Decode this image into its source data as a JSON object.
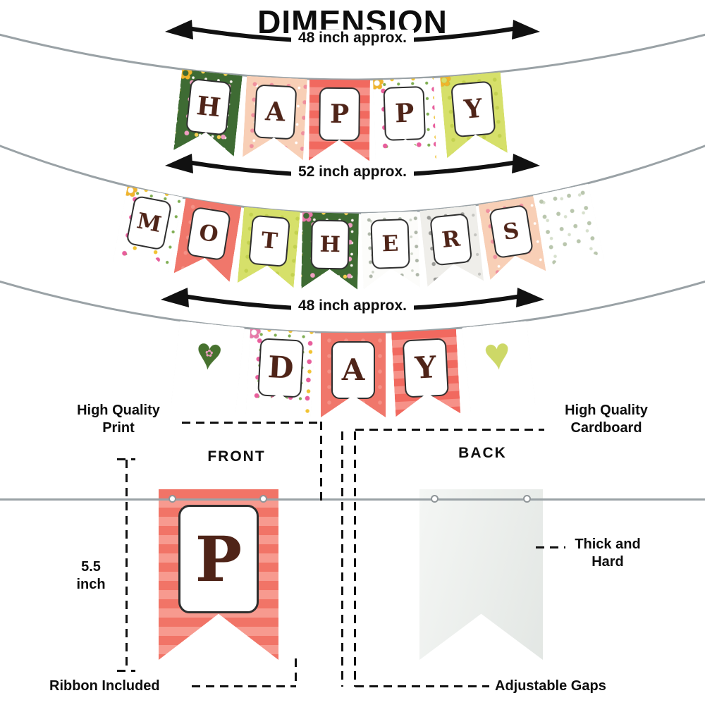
{
  "title": "DIMENSION",
  "icons": {
    "flower": "✿",
    "heart": "♥"
  },
  "banners": [
    {
      "size_label": "48 inch approx.",
      "word": "HAPPY",
      "flags": [
        {
          "letter": "H",
          "pattern": "green floral"
        },
        {
          "letter": "A",
          "pattern": "peach floral"
        },
        {
          "letter": "P",
          "pattern": "coral stripes"
        },
        {
          "letter": "P",
          "pattern": "white floral"
        },
        {
          "letter": "Y",
          "pattern": "lime"
        }
      ]
    },
    {
      "size_label": "52 inch approx.",
      "word": "MOTHERS",
      "flags": [
        {
          "letter": "M",
          "pattern": "white floral"
        },
        {
          "letter": "O",
          "pattern": "coral"
        },
        {
          "letter": "T",
          "pattern": "lime"
        },
        {
          "letter": "H",
          "pattern": "green floral"
        },
        {
          "letter": "E",
          "pattern": "gray leaves"
        },
        {
          "letter": "R",
          "pattern": "gray floral"
        },
        {
          "letter": "S",
          "pattern": "peach floral"
        },
        {
          "letter": "",
          "pattern": "sage leaves"
        }
      ]
    },
    {
      "size_label": "48 inch approx.",
      "word": "DAY",
      "flags": [
        {
          "letter": "",
          "pattern": "white",
          "icon": "green-heart"
        },
        {
          "letter": "D",
          "pattern": "white floral"
        },
        {
          "letter": "A",
          "pattern": "coral"
        },
        {
          "letter": "Y",
          "pattern": "coral stripes"
        },
        {
          "letter": "",
          "pattern": "white",
          "icon": "lime-heart"
        }
      ]
    }
  ],
  "detail": {
    "front_label": "FRONT",
    "back_label": "BACK",
    "front_letter": "P",
    "annotations": {
      "print": "High Quality Print",
      "cardboard": "High Quality Cardboard",
      "height": "5.5 inch",
      "thick": "Thick and Hard",
      "ribbon": "Ribbon Included",
      "gaps": "Adjustable Gaps"
    }
  },
  "colors": {
    "coral": "#f1695f",
    "lime": "#d6e06a",
    "green": "#3e6b33",
    "peach": "#f8cfb6",
    "string_gray": "#9aa2a6",
    "letter_brown": "#4f2418"
  }
}
